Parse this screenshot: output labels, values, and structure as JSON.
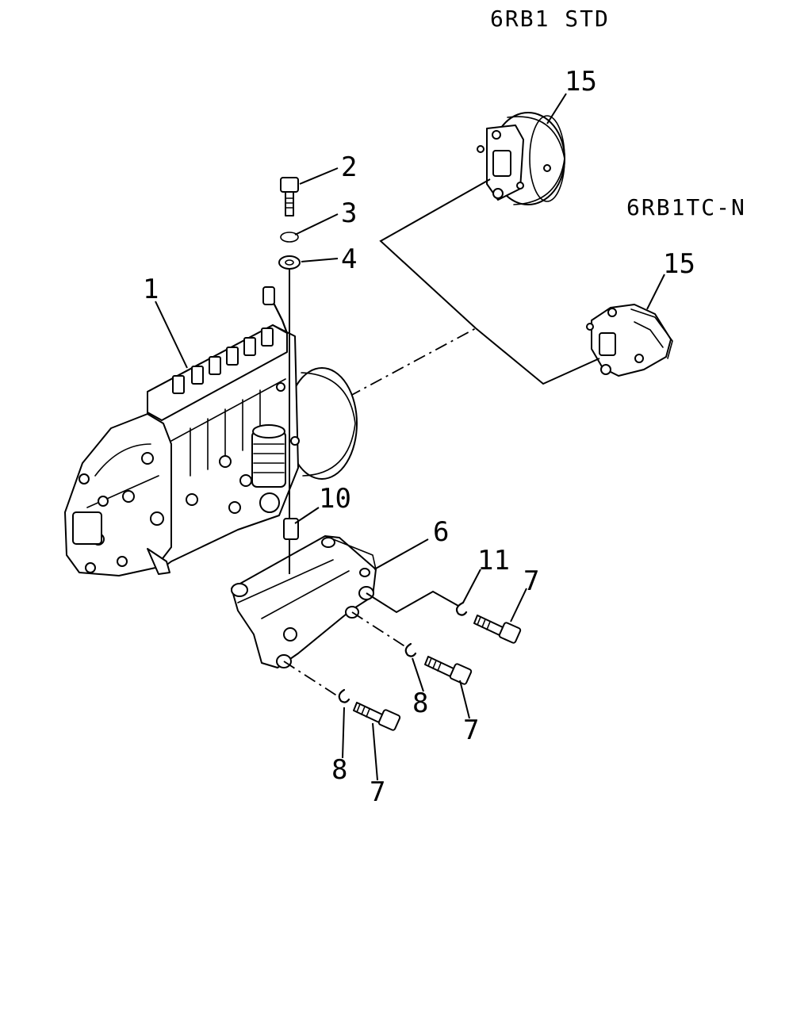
{
  "variants": {
    "std": "6RB1 STD",
    "tc": "6RB1TC-N"
  },
  "callouts": {
    "c1": "1",
    "c2": "2",
    "c3": "3",
    "c4": "4",
    "c6": "6",
    "c7a": "7",
    "c7b": "7",
    "c7c": "7",
    "c8a": "8",
    "c8b": "8",
    "c10": "10",
    "c11": "11",
    "c15a": "15",
    "c15b": "15"
  }
}
